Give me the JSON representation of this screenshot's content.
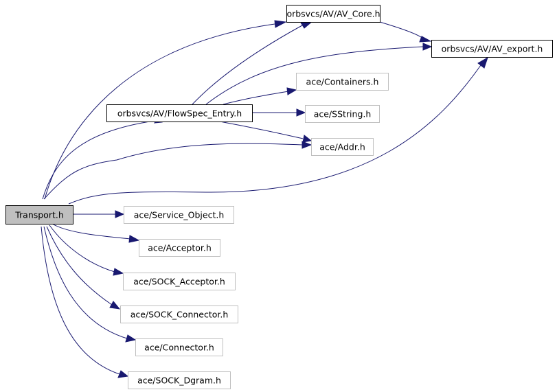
{
  "diagram": {
    "type": "include-dependency-graph",
    "colors": {
      "edge": "#191970",
      "root_fill": "#bfbfbf",
      "local_border": "#000000",
      "external_border": "#bfbfbf",
      "node_fill": "#ffffff"
    },
    "nodes": [
      {
        "id": "transport",
        "label": "Transport.h",
        "kind": "root"
      },
      {
        "id": "av_core",
        "label": "orbsvcs/AV/AV_Core.h",
        "kind": "local"
      },
      {
        "id": "av_export",
        "label": "orbsvcs/AV/AV_export.h",
        "kind": "local"
      },
      {
        "id": "containers",
        "label": "ace/Containers.h",
        "kind": "external"
      },
      {
        "id": "flowspec",
        "label": "orbsvcs/AV/FlowSpec_Entry.h",
        "kind": "local"
      },
      {
        "id": "sstring",
        "label": "ace/SString.h",
        "kind": "external"
      },
      {
        "id": "addr",
        "label": "ace/Addr.h",
        "kind": "external"
      },
      {
        "id": "service_object",
        "label": "ace/Service_Object.h",
        "kind": "external"
      },
      {
        "id": "acceptor",
        "label": "ace/Acceptor.h",
        "kind": "external"
      },
      {
        "id": "sock_acceptor",
        "label": "ace/SOCK_Acceptor.h",
        "kind": "external"
      },
      {
        "id": "sock_connector",
        "label": "ace/SOCK_Connector.h",
        "kind": "external"
      },
      {
        "id": "connector",
        "label": "ace/Connector.h",
        "kind": "external"
      },
      {
        "id": "sock_dgram",
        "label": "ace/SOCK_Dgram.h",
        "kind": "external"
      }
    ],
    "edges": [
      {
        "from": "transport",
        "to": "av_core"
      },
      {
        "from": "transport",
        "to": "flowspec"
      },
      {
        "from": "transport",
        "to": "addr"
      },
      {
        "from": "transport",
        "to": "av_export"
      },
      {
        "from": "transport",
        "to": "service_object"
      },
      {
        "from": "transport",
        "to": "acceptor"
      },
      {
        "from": "transport",
        "to": "sock_acceptor"
      },
      {
        "from": "transport",
        "to": "sock_connector"
      },
      {
        "from": "transport",
        "to": "connector"
      },
      {
        "from": "transport",
        "to": "sock_dgram"
      },
      {
        "from": "av_core",
        "to": "av_export"
      },
      {
        "from": "flowspec",
        "to": "av_core"
      },
      {
        "from": "flowspec",
        "to": "av_export"
      },
      {
        "from": "flowspec",
        "to": "containers"
      },
      {
        "from": "flowspec",
        "to": "sstring"
      },
      {
        "from": "flowspec",
        "to": "addr"
      }
    ]
  }
}
